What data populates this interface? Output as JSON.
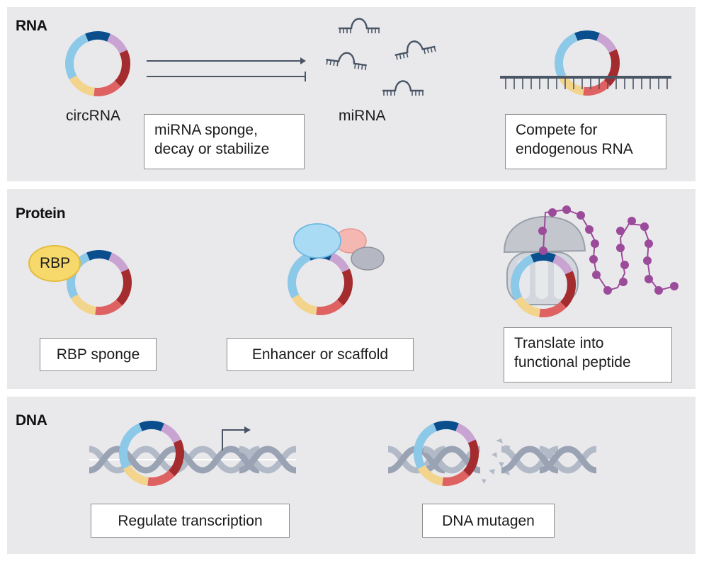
{
  "colors": {
    "panel_bg": "#e9e9ec",
    "ring_dark_blue": "#0b4e8d",
    "ring_light_blue": "#8cc8e8",
    "ring_purple": "#c9a3d1",
    "ring_dark_red": "#a42c2e",
    "ring_red": "#df6262",
    "ring_yellow": "#f3d48c",
    "strand": "#4a5566",
    "peptide": "#9c4b9a",
    "rbp": "#f6d96a"
  },
  "rna": {
    "title": "RNA",
    "circ_label": "circRNA",
    "mirna_label": "miRNA",
    "box1_line1": "miRNA sponge,",
    "box1_line2": "decay or stabilize",
    "box2_line1": "Compete for",
    "box2_line2": "endogenous RNA"
  },
  "protein": {
    "title": "Protein",
    "rbp_label": "RBP",
    "box1": "RBP sponge",
    "box2": "Enhancer or scaffold",
    "box3_line1": "Translate into",
    "box3_line2": "functional peptide"
  },
  "dna": {
    "title": "DNA",
    "box1": "Regulate transcription",
    "box2": "DNA mutagen"
  }
}
